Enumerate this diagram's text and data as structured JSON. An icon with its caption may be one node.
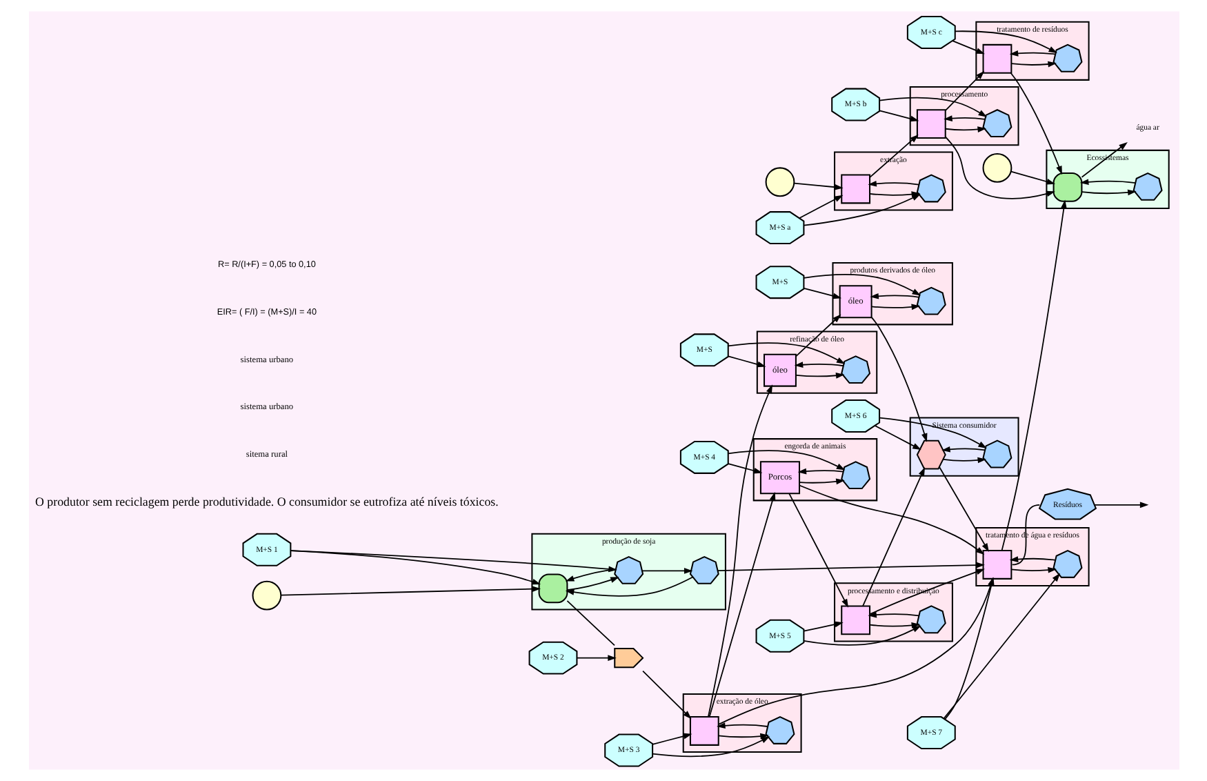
{
  "diagram": {
    "nodes": [
      {
        "text": [],
        "shape": "circle"
      },
      {
        "text": [
          "Ecossistemas"
        ]
      },
      {
        "text": [],
        "shape": "bullet",
        "in": 1
      },
      {
        "text": [],
        "shape": "heptagon",
        "in": 1
      },
      {
        "text": [
          "água ar"
        ]
      },
      {
        "text": [],
        "shape": "circle"
      },
      {
        "text": [
          "M+S a"
        ]
      },
      {
        "text": [
          "M+S b"
        ]
      },
      {
        "text": [
          "M+S c"
        ]
      },
      {
        "text": [
          "extração"
        ]
      },
      {
        "text": [],
        "shape": "box",
        "in": 9
      },
      {
        "text": [],
        "shape": "heptagon",
        "in": 9
      },
      {
        "text": [
          "processamento"
        ]
      },
      {
        "text": [],
        "shape": "box",
        "in": 12
      },
      {
        "text": [],
        "shape": "heptagon",
        "in": 12
      },
      {
        "text": [
          "tratamento de resíduos"
        ]
      },
      {
        "text": [],
        "shape": "box",
        "in": 15
      },
      {
        "text": [],
        "shape": "heptagon",
        "in": 15
      },
      {
        "text": [],
        "shape": "circle"
      },
      {
        "text": [
          "M+S 1"
        ]
      },
      {
        "text": [
          "produção de soja"
        ]
      },
      {
        "text": [],
        "shape": "bullet",
        "in": 20
      },
      {
        "text": [],
        "shape": "heptagon",
        "in": 20
      },
      {
        "text": [],
        "shape": "heptagon",
        "in": 20
      },
      {
        "text": [
          "M+S 2"
        ]
      },
      {
        "text": [],
        "shape": "chevron"
      },
      {
        "text": [
          "M+S 3"
        ]
      },
      {
        "text": [
          "extração de óleo"
        ]
      },
      {
        "text": [],
        "shape": "box",
        "in": 27
      },
      {
        "text": [],
        "shape": "heptagon",
        "in": 27
      },
      {
        "text": [
          "M+S"
        ]
      },
      {
        "text": [
          "refinação de óleo"
        ]
      },
      {
        "text": [
          "óleo"
        ],
        "in": 31
      },
      {
        "text": [],
        "shape": "heptagon",
        "in": 31
      },
      {
        "text": [
          "M+S"
        ]
      },
      {
        "text": [
          "produtos derivados de óleo"
        ]
      },
      {
        "text": [
          "óleo"
        ],
        "in": 35
      },
      {
        "text": [],
        "shape": "heptagon",
        "in": 35
      },
      {
        "text": [
          "M+S 6"
        ]
      },
      {
        "text": [
          "Sistema consumidor"
        ]
      },
      {
        "text": [],
        "shape": "hexagon",
        "in": 39
      },
      {
        "text": [],
        "shape": "heptagon",
        "in": 39
      },
      {
        "text": [
          "M+S 4"
        ]
      },
      {
        "text": [
          "engorda de animais"
        ]
      },
      {
        "text": [
          "Porcos"
        ],
        "in": 43
      },
      {
        "text": [],
        "shape": "heptagon",
        "in": 43
      },
      {
        "text": [
          "M+S 5"
        ]
      },
      {
        "text": [
          "processamento e distribuição"
        ]
      },
      {
        "text": [],
        "shape": "box",
        "in": 47
      },
      {
        "text": [],
        "shape": "heptagon",
        "in": 47
      },
      {
        "text": [
          "M+S 7"
        ]
      },
      {
        "text": [
          "tratamento de água e resíduos"
        ]
      },
      {
        "text": [],
        "shape": "box",
        "in": 51
      },
      {
        "text": [],
        "shape": "heptagon",
        "in": 51
      },
      {
        "text": [
          "Resíduos"
        ]
      }
    ],
    "edges": [
      {
        "from": 0,
        "to": 2,
        "arrow": "to"
      },
      {
        "from": 3,
        "to": 2,
        "arrow": "to"
      },
      {
        "from": 2,
        "to": 3,
        "arrow": "to"
      },
      {
        "from": 2,
        "to": 4,
        "arrow": "to"
      },
      {
        "from": 13,
        "to": 2,
        "arrow": "to"
      },
      {
        "from": 16,
        "to": 2,
        "arrow": "to"
      },
      {
        "from": 52,
        "to": 2,
        "arrow": "to"
      },
      {
        "from": 5,
        "to": 10,
        "arrow": "to"
      },
      {
        "from": 6,
        "to": 10,
        "arrow": "to"
      },
      {
        "from": 6,
        "to": 11,
        "arrow": "to"
      },
      {
        "from": 11,
        "to": 10,
        "arrow": "to"
      },
      {
        "from": 10,
        "to": 11,
        "arrow": "to"
      },
      {
        "from": 10,
        "to": 13,
        "arrow": "to"
      },
      {
        "from": 7,
        "to": 13,
        "arrow": "to"
      },
      {
        "from": 7,
        "to": 14,
        "arrow": "to"
      },
      {
        "from": 14,
        "to": 13,
        "arrow": "to"
      },
      {
        "from": 13,
        "to": 14,
        "arrow": "to"
      },
      {
        "from": 13,
        "to": 16,
        "arrow": "to"
      },
      {
        "from": 8,
        "to": 16,
        "arrow": "to"
      },
      {
        "from": 8,
        "to": 17,
        "arrow": "to"
      },
      {
        "from": 17,
        "to": 16,
        "arrow": "to"
      },
      {
        "from": 16,
        "to": 17,
        "arrow": "to"
      },
      {
        "from": 18,
        "to": 21,
        "arrow": "to"
      },
      {
        "from": 19,
        "to": 21,
        "arrow": "to"
      },
      {
        "from": 19,
        "to": 22,
        "arrow": "to"
      },
      {
        "from": 22,
        "to": 21,
        "arrow": "to"
      },
      {
        "from": 21,
        "to": 22,
        "arrow": "to"
      },
      {
        "from": 22,
        "to": 23,
        "arrow": "to"
      },
      {
        "from": 23,
        "to": 21,
        "arrow": "to"
      },
      {
        "from": 21,
        "to": 25,
        "arrow": "none"
      },
      {
        "from": 24,
        "to": 25,
        "arrow": "to"
      },
      {
        "from": 25,
        "to": 28,
        "arrow": "to"
      },
      {
        "from": 26,
        "to": 28,
        "arrow": "to"
      },
      {
        "from": 26,
        "to": 29,
        "arrow": "to"
      },
      {
        "from": 29,
        "to": 28,
        "arrow": "to"
      },
      {
        "from": 28,
        "to": 29,
        "arrow": "to"
      },
      {
        "from": 28,
        "to": 32,
        "arrow": "to"
      },
      {
        "from": 28,
        "to": 44,
        "arrow": "to"
      },
      {
        "from": 30,
        "to": 32,
        "arrow": "to"
      },
      {
        "from": 30,
        "to": 33,
        "arrow": "to"
      },
      {
        "from": 33,
        "to": 32,
        "arrow": "to"
      },
      {
        "from": 32,
        "to": 33,
        "arrow": "to"
      },
      {
        "from": 32,
        "to": 36,
        "arrow": "to"
      },
      {
        "from": 34,
        "to": 36,
        "arrow": "to"
      },
      {
        "from": 34,
        "to": 37,
        "arrow": "to"
      },
      {
        "from": 37,
        "to": 36,
        "arrow": "to"
      },
      {
        "from": 36,
        "to": 37,
        "arrow": "to"
      },
      {
        "from": 36,
        "to": 40,
        "arrow": "to"
      },
      {
        "from": 38,
        "to": 40,
        "arrow": "to"
      },
      {
        "from": 38,
        "to": 41,
        "arrow": "to"
      },
      {
        "from": 41,
        "to": 40,
        "arrow": "to"
      },
      {
        "from": 40,
        "to": 41,
        "arrow": "to"
      },
      {
        "from": 42,
        "to": 44,
        "arrow": "to"
      },
      {
        "from": 42,
        "to": 45,
        "arrow": "to"
      },
      {
        "from": 45,
        "to": 44,
        "arrow": "to"
      },
      {
        "from": 44,
        "to": 45,
        "arrow": "to"
      },
      {
        "from": 44,
        "to": 48,
        "arrow": "to"
      },
      {
        "from": 46,
        "to": 48,
        "arrow": "to"
      },
      {
        "from": 46,
        "to": 49,
        "arrow": "to"
      },
      {
        "from": 49,
        "to": 48,
        "arrow": "to"
      },
      {
        "from": 48,
        "to": 49,
        "arrow": "to"
      },
      {
        "from": 48,
        "to": 40,
        "arrow": "to"
      },
      {
        "from": 40,
        "to": 52,
        "arrow": "to"
      },
      {
        "from": 48,
        "to": 52,
        "arrow": "to"
      },
      {
        "from": 44,
        "to": 52,
        "arrow": "to"
      },
      {
        "from": 23,
        "to": 52,
        "arrow": "to"
      },
      {
        "from": 28,
        "to": 52,
        "arrow": "to"
      },
      {
        "from": 50,
        "to": 52,
        "arrow": "to"
      },
      {
        "from": 50,
        "to": 53,
        "arrow": "to"
      },
      {
        "from": 53,
        "to": 52,
        "arrow": "to"
      },
      {
        "from": 52,
        "to": 53,
        "arrow": "to"
      },
      {
        "from": 52,
        "to": 54,
        "arrow": "none"
      },
      {
        "from": 54,
        "to": null,
        "arrow": "to"
      }
    ],
    "labels": [
      "O produtor sem reciclagem perde produtividade. O consumidor se eutrofiza até níveis tóxicos.",
      "sitema rural",
      "sistema urbano",
      "sistema urbano",
      "EIR= ( F/I) = (M+S)/I = 40",
      "R= R/(I+F) = 0,05 to 0,10"
    ]
  }
}
